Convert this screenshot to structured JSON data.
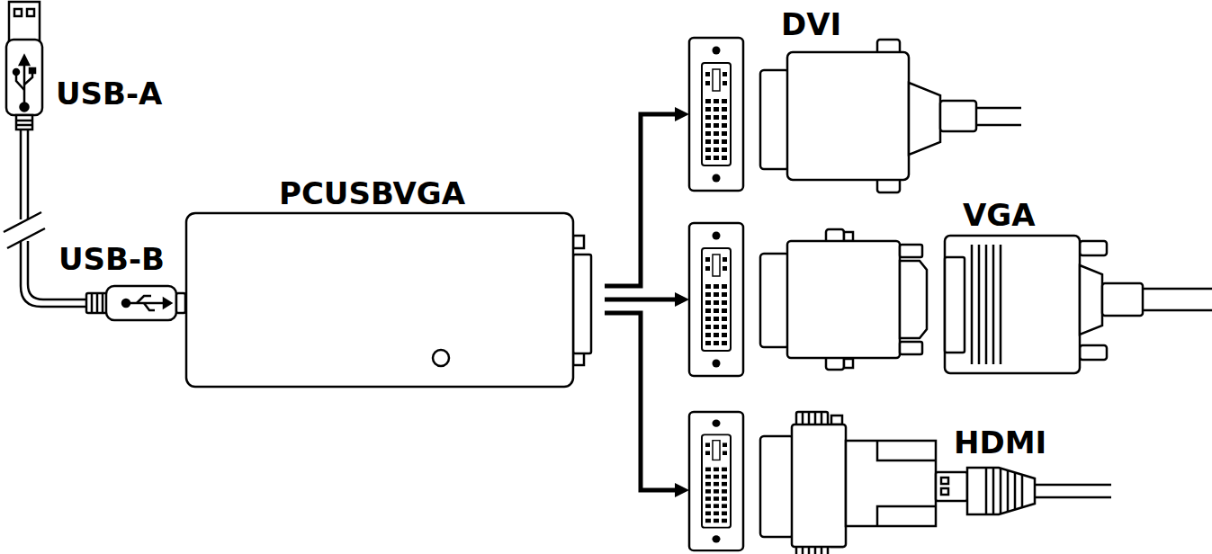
{
  "diagram": {
    "nodes": [
      {
        "text": [
          "PCUSBVGA"
        ]
      },
      {
        "text": [
          "DVI"
        ]
      },
      {
        "text": [
          "VGA"
        ]
      },
      {
        "text": [
          "HDMI"
        ]
      }
    ],
    "edges": [
      {
        "from": 0,
        "to": 1,
        "arrow": "to"
      },
      {
        "from": 0,
        "to": 2,
        "arrow": "to"
      },
      {
        "from": 0,
        "to": 3,
        "arrow": "to"
      }
    ],
    "labels": [
      "USB-A",
      "USB-B"
    ]
  }
}
